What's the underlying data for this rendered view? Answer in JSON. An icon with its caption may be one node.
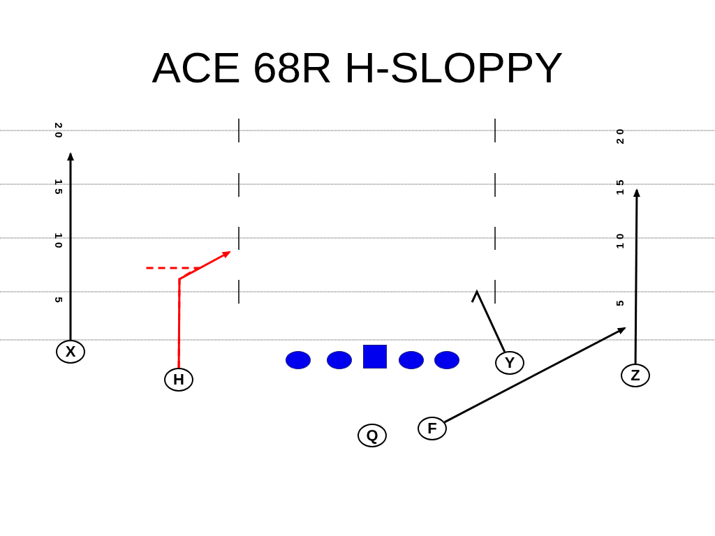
{
  "diagram": {
    "title": "ACE 68R H-SLOPPY",
    "nodes": [
      {
        "text": [
          "X"
        ]
      },
      {
        "text": [
          "H"
        ]
      },
      {
        "text": [],
        "shape": "ellipse"
      },
      {
        "text": [],
        "shape": "ellipse"
      },
      {
        "text": [],
        "shape": "square"
      },
      {
        "text": [],
        "shape": "ellipse"
      },
      {
        "text": [],
        "shape": "ellipse"
      },
      {
        "text": [
          "Y"
        ]
      },
      {
        "text": [
          "Z"
        ]
      },
      {
        "text": [
          "F"
        ]
      },
      {
        "text": [
          "Q"
        ]
      }
    ],
    "edges": [
      {
        "from": 0,
        "to": null,
        "arrow": "to"
      },
      {
        "from": 1,
        "to": null,
        "arrow": "to",
        "color": "#ff0000"
      },
      {
        "from": 1,
        "to": null,
        "arrow": "none",
        "style": "dashed",
        "color": "#ff0000"
      },
      {
        "from": 7,
        "to": null,
        "arrow": "none"
      },
      {
        "from": 9,
        "to": null,
        "arrow": "to"
      },
      {
        "from": 8,
        "to": null,
        "arrow": "to"
      }
    ],
    "labels": [
      "20",
      "20",
      "15",
      "15",
      "10",
      "10",
      "5",
      "5"
    ]
  }
}
